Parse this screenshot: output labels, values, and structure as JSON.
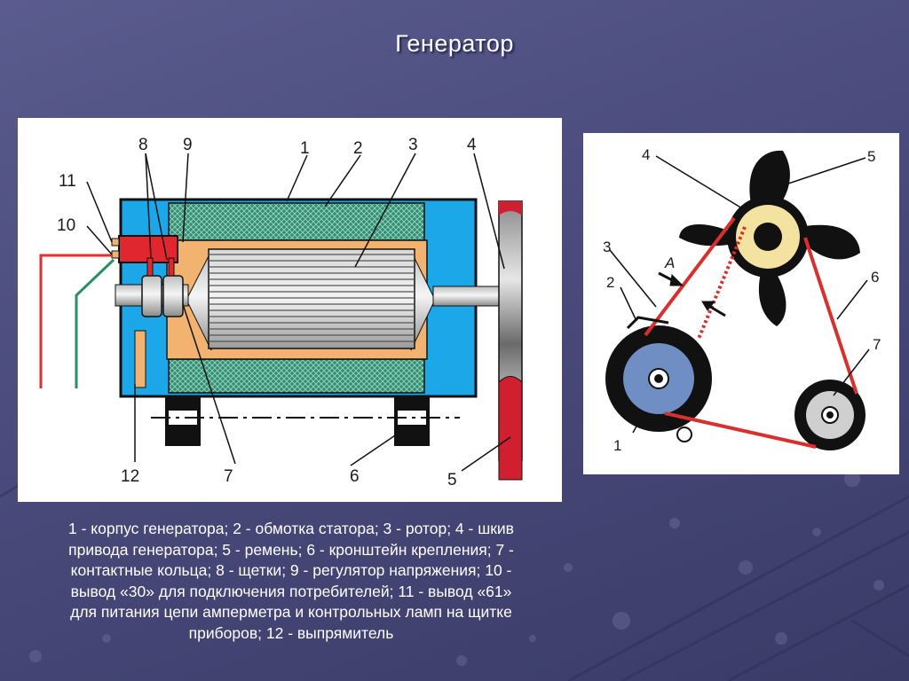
{
  "slide": {
    "title": "Генератор",
    "caption_lines": [
      "1 - корпус генератора; 2 - обмотка статора; 3 - ротор; 4 - шкив",
      "привода генератора; 5 - ремень; 6 - кронштейн крепления; 7 -",
      "контактные кольца; 8 - щетки; 9 - регулятор напряжения; 10 -",
      "вывод «30» для подключения потребителей; 11 - вывод «61»",
      "для питания цепи амперметра и контрольных ламп на щитке",
      "приборов; 12 - выпрямитель"
    ]
  },
  "diagram_left": {
    "labels": [
      "1",
      "2",
      "3",
      "4",
      "5",
      "6",
      "7",
      "8",
      "9",
      "10",
      "11",
      "12"
    ]
  },
  "diagram_right": {
    "labels": [
      "1",
      "2",
      "3",
      "4",
      "5",
      "6",
      "7"
    ],
    "arrow_label": "А"
  },
  "colors": {
    "housing_blue": "#1ca8e8",
    "winding_green": "#2f8f73",
    "rotor_zone": "#f2b270",
    "brush_red": "#e0262e",
    "belt_red": "#d8302d",
    "wire_red": "#e03030",
    "wire_green": "#2a8f66",
    "pulley_cream": "#f4e2a0",
    "pulley_blue": "#6f8fc4"
  }
}
